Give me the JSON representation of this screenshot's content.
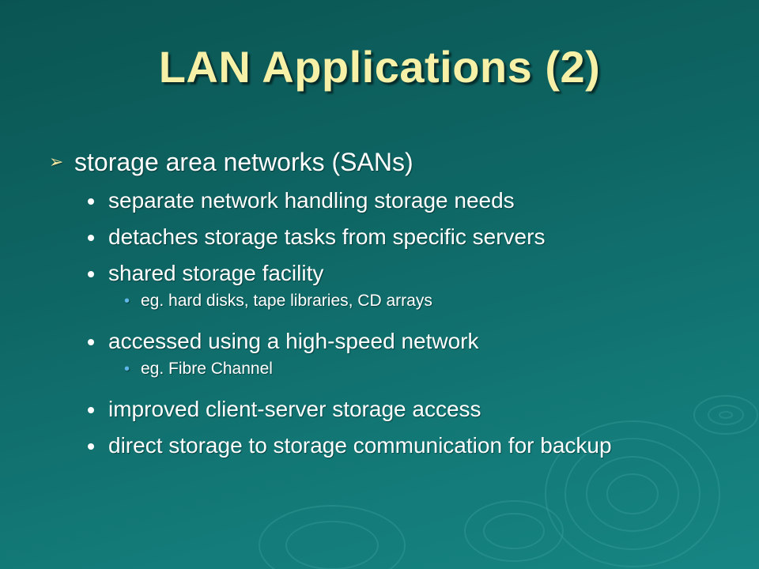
{
  "slide": {
    "title": "LAN Applications (2)",
    "colors": {
      "background": "#0e6664",
      "title": "#f7f1a8",
      "text": "#ffffff",
      "sub_bullet": "#5fb6e8"
    },
    "main_point": {
      "bullet_icon": "arrow-bullet",
      "text": "storage area networks (SANs)"
    },
    "points": [
      {
        "text": "separate network handling storage needs"
      },
      {
        "text": "detaches storage tasks from specific servers"
      },
      {
        "text": "shared storage facility"
      },
      {
        "sub": "eg. hard disks, tape libraries, CD arrays"
      },
      {
        "text": "accessed using a high-speed network"
      },
      {
        "sub": "eg. Fibre Channel"
      },
      {
        "text": "improved client-server storage access"
      },
      {
        "text": "direct storage to storage communication for backup"
      }
    ]
  }
}
